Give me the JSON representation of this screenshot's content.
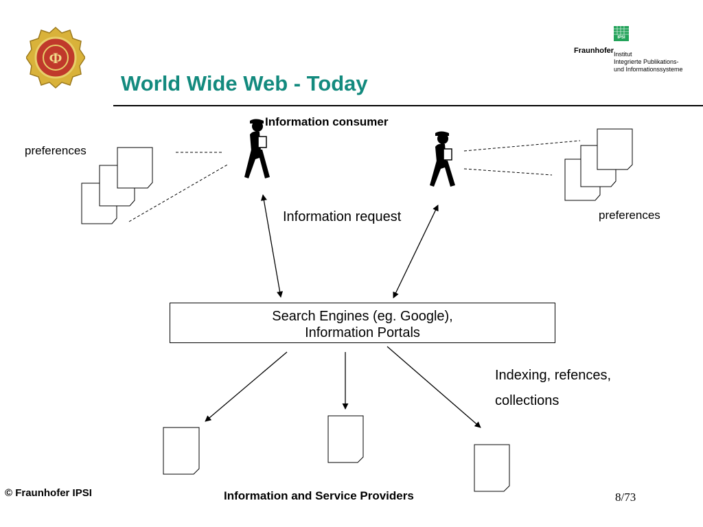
{
  "slide": {
    "title": "World Wide Web - Today",
    "footer_copyright": "© Fraunhofer IPSI",
    "page_number": "8/73"
  },
  "branding": {
    "org_name": "Fraunhofer",
    "institute_lines": [
      "Institut",
      "Integrierte Publikations-",
      "und Informationssysteme"
    ],
    "ipsi_mark": "IPSI",
    "colors": {
      "title": "#138a7e",
      "seal_gold": "#d9b23a",
      "seal_red": "#c0392b",
      "ipsi_green": "#23a35a"
    }
  },
  "diagram": {
    "consumer_label": "Information consumer",
    "preferences_left": "preferences",
    "preferences_right": "preferences",
    "request_label": "Information request",
    "search_box": {
      "line1": "Search Engines (eg. Google),",
      "line2": "Information Portals"
    },
    "indexing_line1": "Indexing, refences,",
    "indexing_line2": "collections",
    "providers_label": "Information and Service Providers"
  }
}
